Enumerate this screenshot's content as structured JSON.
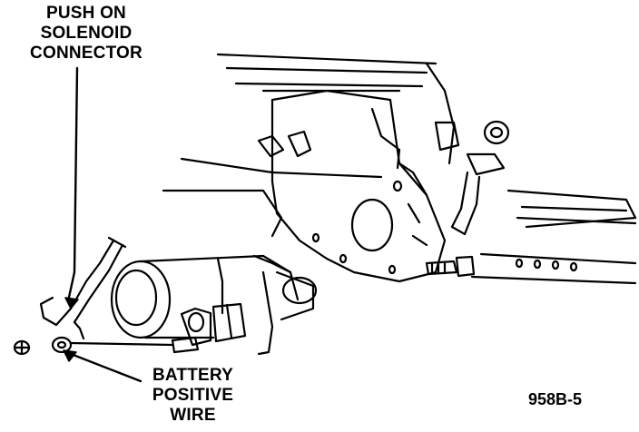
{
  "labels": {
    "solenoid_connector": [
      "PUSH ON",
      "SOLENOID",
      "CONNECTOR"
    ],
    "battery_positive_wire": [
      "BATTERY",
      "POSITIVE",
      "WIRE"
    ]
  },
  "figure_number": "958B-5",
  "colors": {
    "line": "#000000",
    "background": "#ffffff"
  }
}
